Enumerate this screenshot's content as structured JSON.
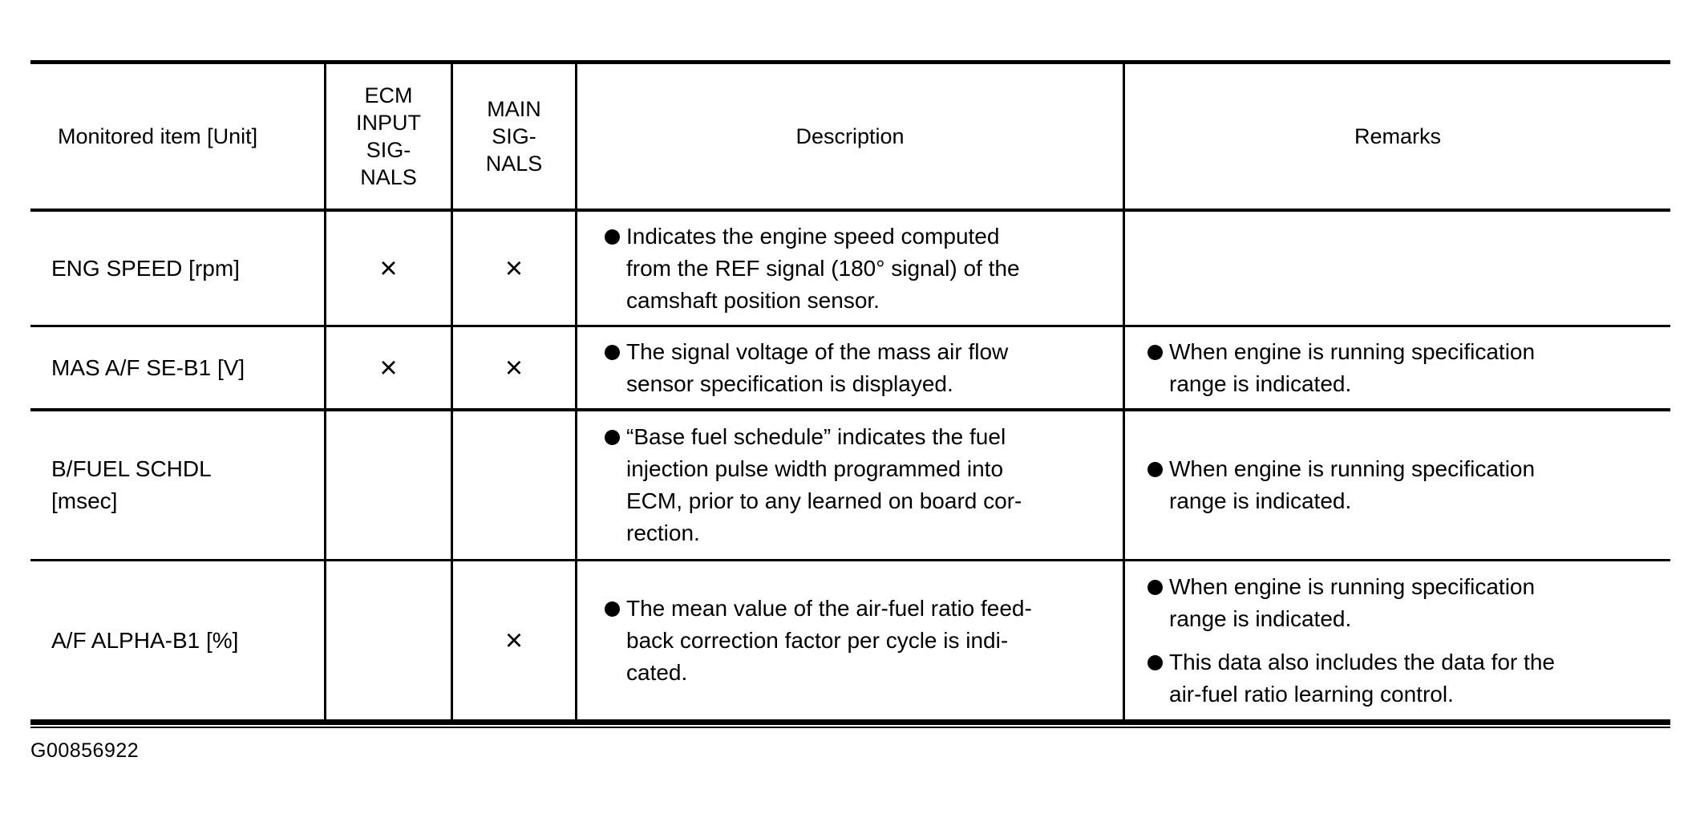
{
  "figure_id": "G00856922",
  "colors": {
    "ink": "#000000",
    "paper": "#ffffff"
  },
  "icons": {
    "bullet": "●",
    "x_mark": "×"
  },
  "table": {
    "header": {
      "monitored_item": "Monitored item [Unit]",
      "ecm_input_signals_lines": [
        "ECM",
        "INPUT",
        "SIG-",
        "NALS"
      ],
      "main_signals_lines": [
        "MAIN",
        "SIG-",
        "NALS"
      ],
      "description": "Description",
      "remarks": "Remarks"
    },
    "rows": [
      {
        "item_lines": [
          "ENG SPEED [rpm]"
        ],
        "ecm_input": "×",
        "main": "×",
        "description_bullets": [
          {
            "lines": [
              "Indicates the engine speed computed",
              "from the REF signal (180° signal) of the",
              "camshaft position sensor."
            ]
          }
        ],
        "remarks_bullets": []
      },
      {
        "item_lines": [
          "MAS A/F SE-B1 [V]"
        ],
        "ecm_input": "×",
        "main": "×",
        "description_bullets": [
          {
            "lines": [
              "The signal voltage of the mass air flow",
              "sensor specification is displayed."
            ]
          }
        ],
        "remarks_bullets": [
          {
            "lines": [
              "When engine is running specification",
              "range is indicated."
            ]
          }
        ]
      },
      {
        "item_lines": [
          "B/FUEL SCHDL",
          "[msec]"
        ],
        "ecm_input": "",
        "main": "",
        "description_bullets": [
          {
            "lines": [
              "“Base fuel schedule” indicates the fuel",
              "injection pulse width programmed into",
              "ECM, prior to any learned on board cor-",
              "rection."
            ]
          }
        ],
        "remarks_bullets": [
          {
            "lines": [
              "When engine is running specification",
              "range is indicated."
            ]
          }
        ]
      },
      {
        "item_lines": [
          "A/F ALPHA-B1 [%]"
        ],
        "ecm_input": "",
        "main": "×",
        "description_bullets": [
          {
            "lines": [
              "The mean value of the air-fuel ratio feed-",
              "back correction factor per cycle is indi-",
              "cated."
            ]
          }
        ],
        "remarks_bullets": [
          {
            "lines": [
              "When engine is running specification",
              "range is indicated."
            ]
          },
          {
            "lines": [
              "This data also includes the data for the",
              "air-fuel ratio learning control."
            ]
          }
        ]
      }
    ]
  }
}
